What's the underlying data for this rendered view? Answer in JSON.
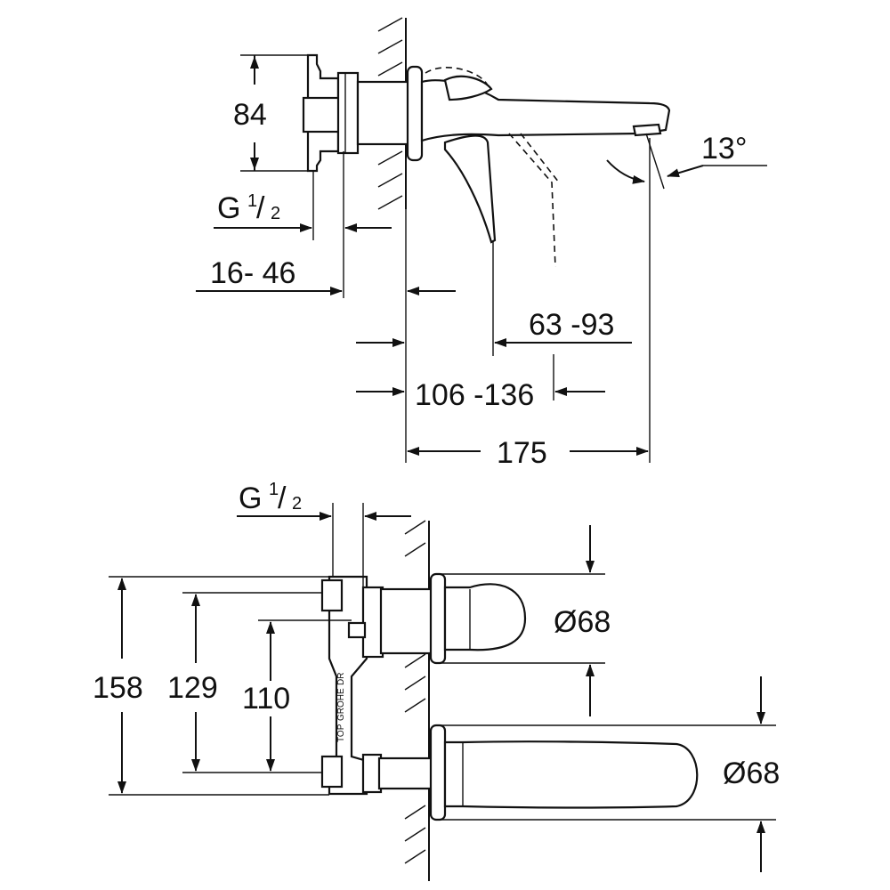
{
  "side_view": {
    "height_label": "84",
    "thread_label": "G",
    "thread_num": "1",
    "thread_den": "2",
    "depth_range_label": "16- 46",
    "lever_range_label": "63 -93",
    "body_range_label": "106 -136",
    "total_length_label": "175",
    "angle_label": "13°"
  },
  "front_view": {
    "thread_label": "G",
    "thread_num": "1",
    "thread_den": "2",
    "height_158_label": "158",
    "height_129_label": "129",
    "height_110_label": "110",
    "rosette_dia_top_label": "Ø68",
    "rosette_dia_bottom_label": "Ø68",
    "body_marking_top": "TOP",
    "body_marking_brand": "GROHE",
    "body_marking_dr": "DR"
  }
}
